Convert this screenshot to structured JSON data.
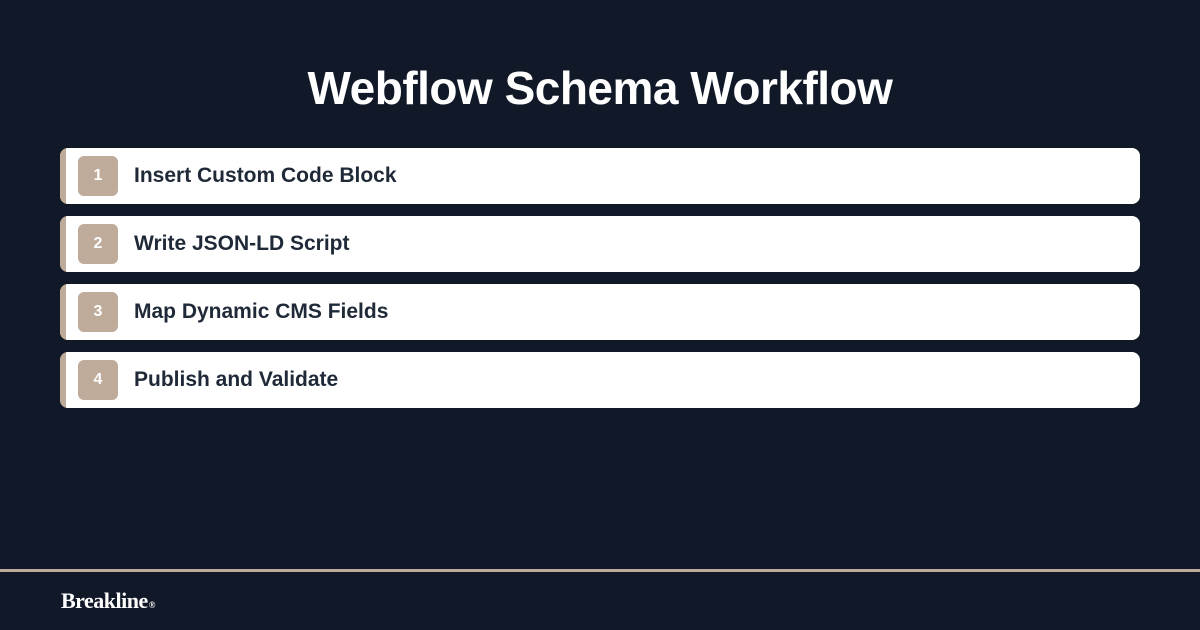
{
  "title": "Webflow Schema Workflow",
  "steps": [
    {
      "number": "1",
      "label": "Insert Custom Code Block"
    },
    {
      "number": "2",
      "label": "Write JSON-LD Script"
    },
    {
      "number": "3",
      "label": "Map Dynamic CMS Fields"
    },
    {
      "number": "4",
      "label": "Publish and Validate"
    }
  ],
  "footer": {
    "brand": "Breakline",
    "brand_mark": "®"
  },
  "colors": {
    "background": "#111827",
    "accent": "#bfab99",
    "card": "#ffffff",
    "text_dark": "#1f2937"
  }
}
